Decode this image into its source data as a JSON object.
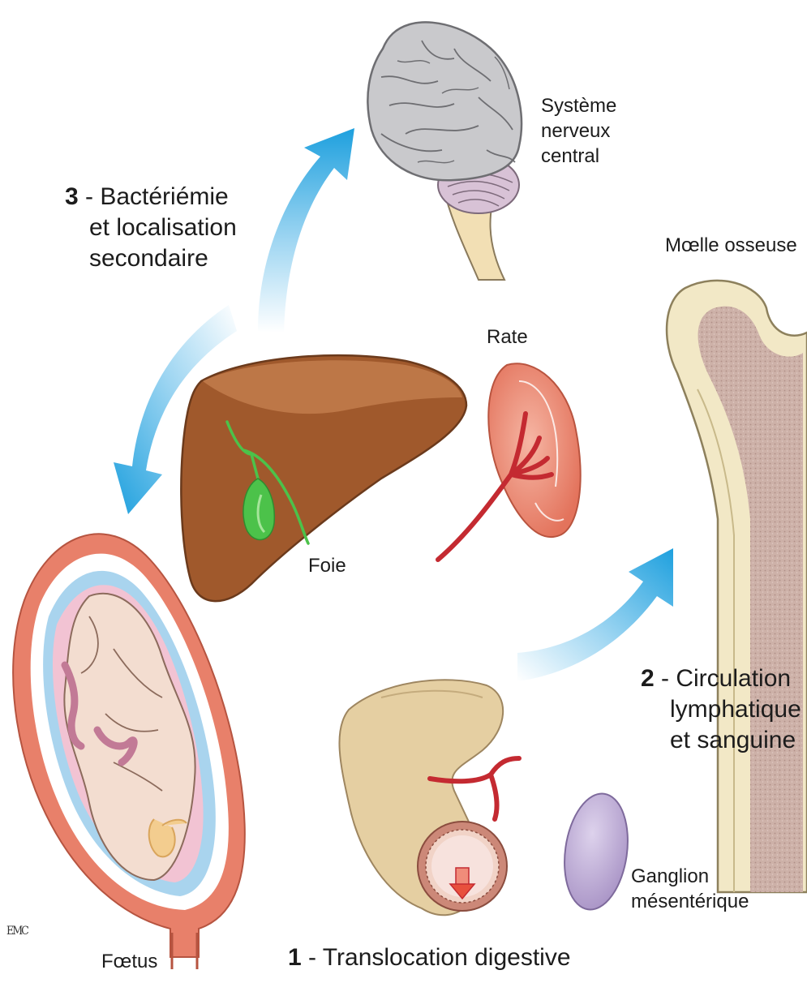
{
  "labels": {
    "step1_num": "1",
    "step1_text": " - Translocation digestive",
    "step2_num": "2",
    "step2_line1": " - Circulation",
    "step2_line2": "lymphatique",
    "step2_line3": "et sanguine",
    "step3_num": "3",
    "step3_line1": " - Bactériémie",
    "step3_line2": "et localisation",
    "step3_line3": "secondaire",
    "cns_line1": "Système",
    "cns_line2": "nerveux",
    "cns_line3": "central",
    "bone_marrow": "Mœlle osseuse",
    "spleen": "Rate",
    "liver": "Foie",
    "fetus": "Fœtus",
    "lymph_node_line1": "Ganglion",
    "lymph_node_line2": "mésentérique",
    "logo": "EMC"
  },
  "colors": {
    "arrow_blue": "#1ea0de",
    "brain_gray": "#c9c9cc",
    "liver_brown": "#a0592c",
    "spleen_red": "#ec8b76",
    "vessel_red": "#c42a31",
    "bile_green": "#4cc24a",
    "bone_cream": "#f2e8c6",
    "marrow_pink": "#c9a9a0",
    "uterus_coral": "#e8806a",
    "fetus_skin": "#f3ddd0",
    "lymph_node_purple": "#b5a2cf",
    "intestine_tan": "#e5cfa2"
  }
}
